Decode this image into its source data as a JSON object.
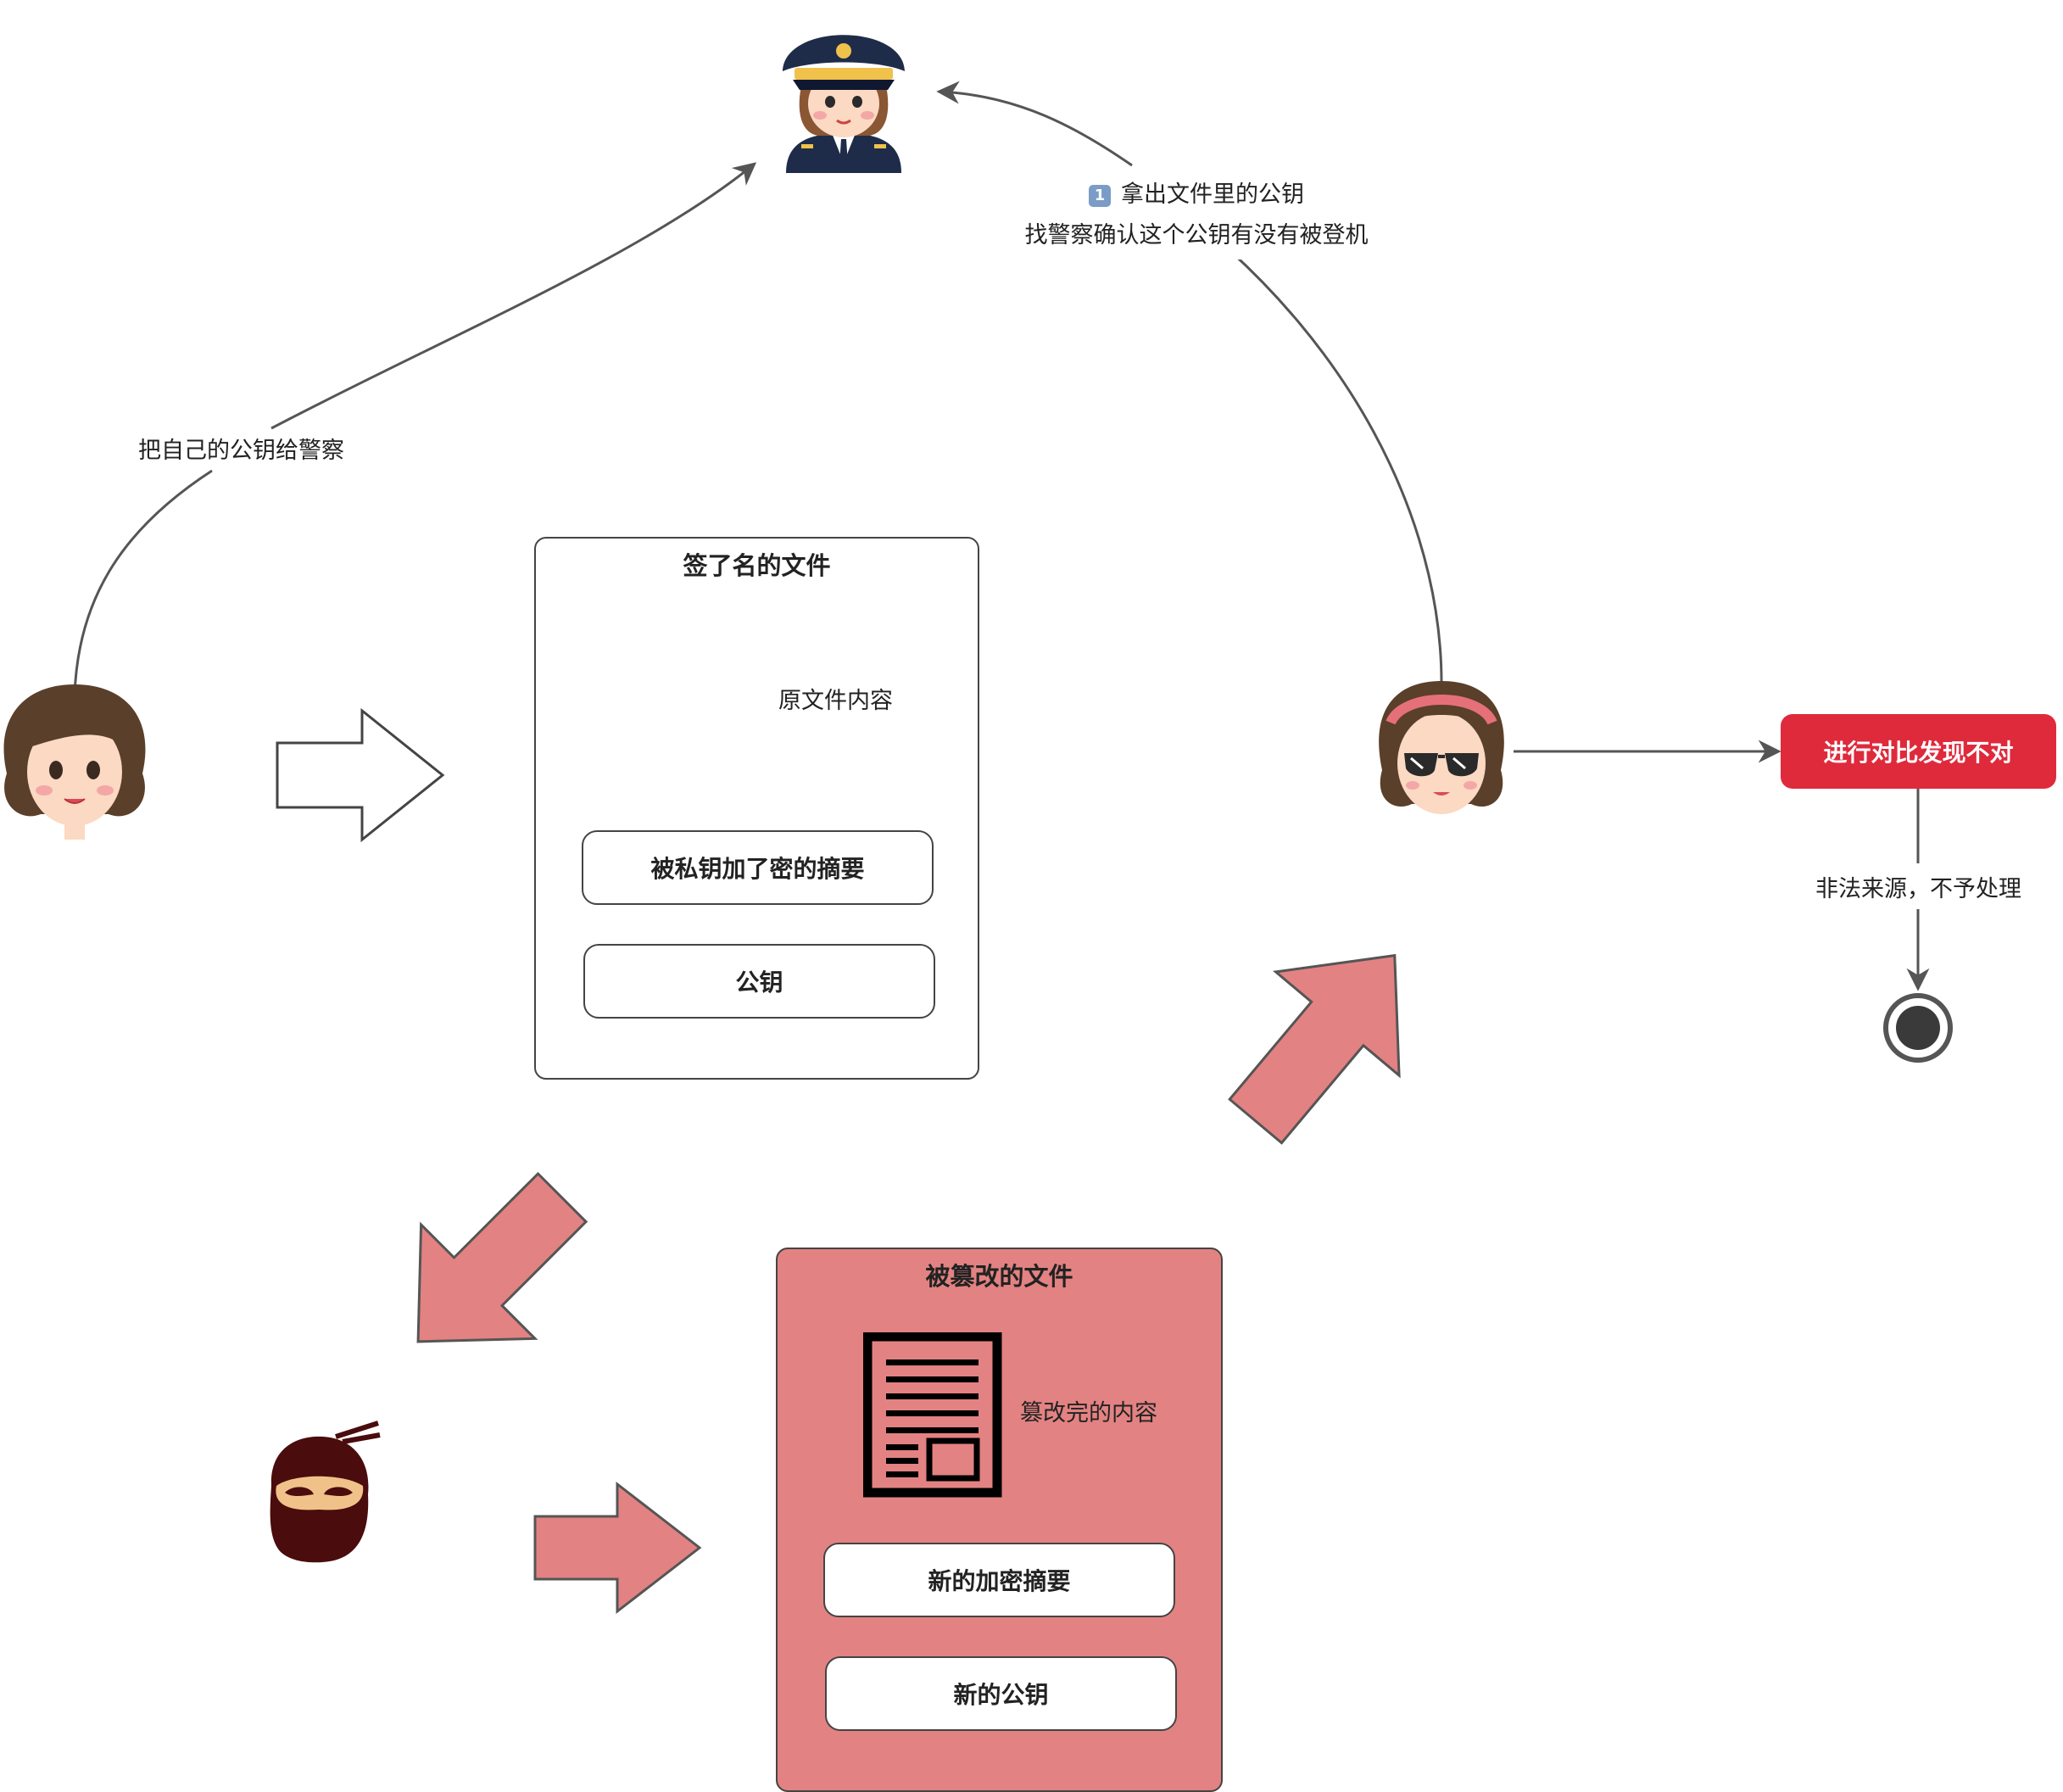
{
  "edges": {
    "to_police": "把自己的公钥给警察",
    "check_step_badge": "1",
    "check_line1": "拿出文件里的公钥",
    "check_line2": "找警察确认这个公钥有没有被登机",
    "illegal": "非法来源，不予处理"
  },
  "signed_file": {
    "title": "签了名的文件",
    "content_label": "原文件内容",
    "digest": "被私钥加了密的摘要",
    "public_key": "公钥"
  },
  "tampered_file": {
    "title": "被篡改的文件",
    "content_label": "篡改完的内容",
    "digest": "新的加密摘要",
    "public_key": "新的公钥"
  },
  "result": {
    "label": "进行对比发现不对"
  },
  "colors": {
    "tamper_fill": "#e38282",
    "result_red": "#df2a3c",
    "stroke": "#555555"
  },
  "icons": [
    "sender-woman-icon",
    "police-icon",
    "receiver-sunglasses-icon",
    "attacker-ninja-icon",
    "document-icon",
    "end-state-icon"
  ]
}
